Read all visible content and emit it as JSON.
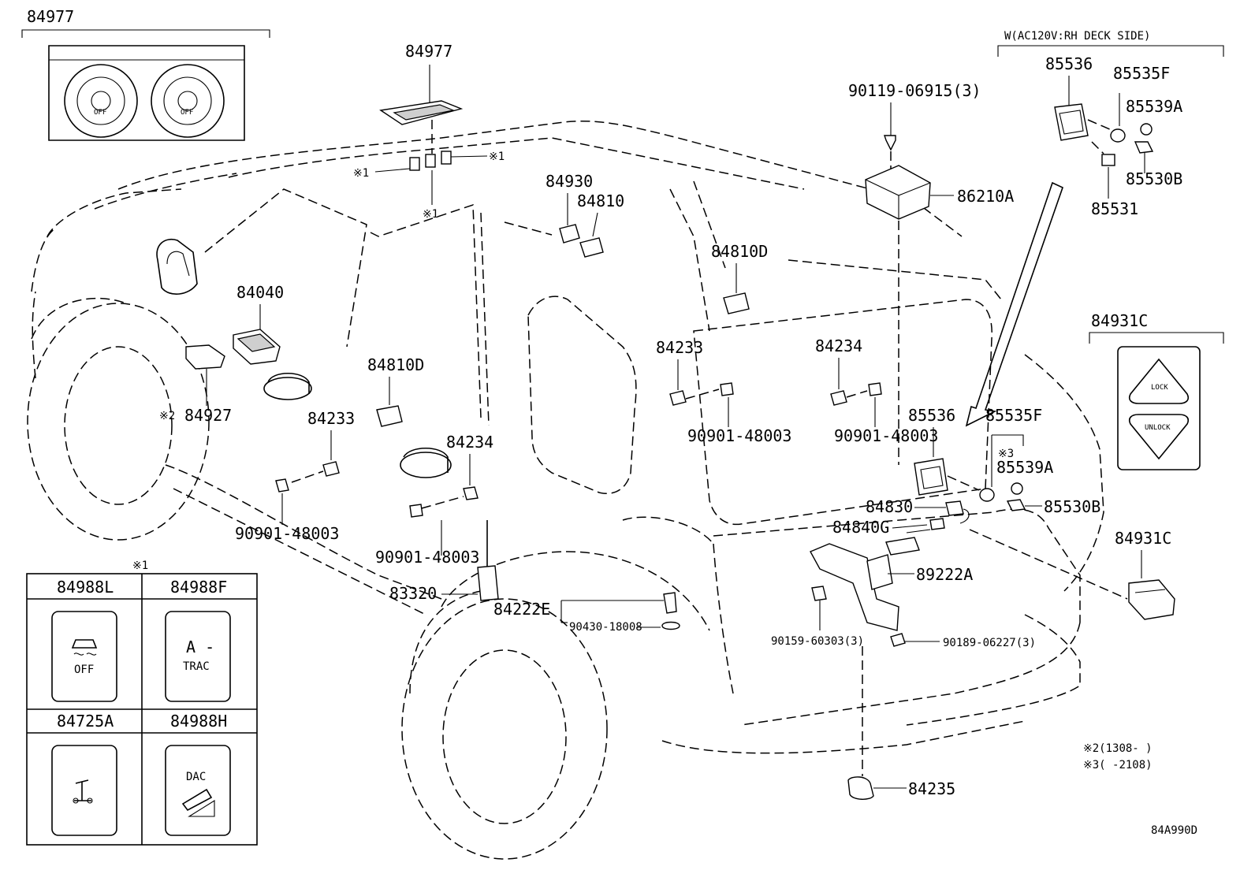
{
  "title_code": "84A990D",
  "callouts": {
    "c84977_top": "84977",
    "c84977_box": "84977",
    "mark_1a": "※1",
    "mark_1b": "※1",
    "mark_1c": "※1",
    "c84930": "84930",
    "c84810": "84810",
    "c84810d_a": "84810D",
    "c84810d_b": "84810D",
    "c90119": "90119-06915(3)",
    "c86210a": "86210A",
    "rh_deck": "W(AC120V:RH DECK SIDE)",
    "c85536_a": "85536",
    "c85535f_a": "85535F",
    "c85539a_a": "85539A",
    "c85530b_a": "85530B",
    "c85531": "85531",
    "c84931c_box": "84931C",
    "c84931c": "84931C",
    "c84040": "84040",
    "c84927": "84927",
    "mark_2": "※2",
    "c84233_a": "84233",
    "c84233_b": "84233",
    "c84234_a": "84234",
    "c84234_b": "84234",
    "c90901_a": "90901-48003",
    "c90901_b": "90901-48003",
    "c90901_c": "90901-48003",
    "c90901_d": "90901-48003",
    "c85536_b": "85536",
    "c85535f_b": "85535F",
    "mark_3": "※3",
    "c85539a_b": "85539A",
    "c84830": "84830",
    "c85530b_b": "85530B",
    "c84840g": "84840G",
    "c89222a": "89222A",
    "c83320": "83320",
    "c84222e": "84222E",
    "c90430": "90430-18008",
    "c90159": "90159-60303(3)",
    "c90189": "90189-06227(3)",
    "c84235": "84235",
    "note_2": "※2(1308-     )",
    "note_3": "※3(     -2108)"
  },
  "switch_table": {
    "mark": "※1",
    "cells": [
      {
        "code": "84988L",
        "text": "OFF"
      },
      {
        "code": "84988F",
        "text": "A -",
        "text2": "TRAC"
      },
      {
        "code": "84725A",
        "text": ""
      },
      {
        "code": "84988H",
        "text": "DAC"
      }
    ]
  },
  "lock_switch": {
    "lock": "LOCK",
    "unlock": "UNLOCK"
  },
  "climate_panel": {
    "left_dial": "OFF",
    "right_dial": "OFF"
  }
}
